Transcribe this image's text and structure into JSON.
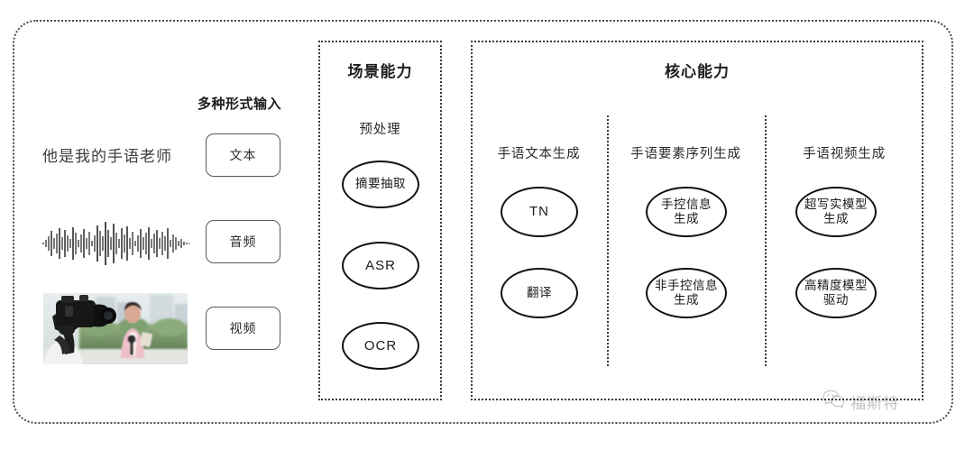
{
  "diagram": {
    "input_section": {
      "heading": "多种形式输入",
      "sample_text": "他是我的手语老师",
      "waveform_alt": "audio-waveform",
      "video_alt": "video-thumbnail",
      "modalities": [
        {
          "label": "文本"
        },
        {
          "label": "音频"
        },
        {
          "label": "视频"
        }
      ]
    },
    "scene_panel": {
      "title": "场景能力",
      "sub_label": "预处理",
      "nodes": [
        {
          "label": "摘要抽取",
          "latin": false
        },
        {
          "label": "ASR",
          "latin": true
        },
        {
          "label": "OCR",
          "latin": true
        }
      ]
    },
    "core_panel": {
      "title": "核心能力",
      "columns": [
        {
          "label": "手语文本生成",
          "nodes": [
            {
              "label": "TN",
              "latin": true
            },
            {
              "label": "翻译",
              "latin": false
            }
          ]
        },
        {
          "label": "手语要素序列生成",
          "nodes": [
            {
              "label": "手控信息\n生成",
              "latin": false
            },
            {
              "label": "非手控信息\n生成",
              "latin": false
            }
          ]
        },
        {
          "label": "手语视频生成",
          "nodes": [
            {
              "label": "超写实模型\n生成",
              "latin": false
            },
            {
              "label": "高精度模型\n驱动",
              "latin": false
            }
          ]
        }
      ]
    },
    "watermark": {
      "icon": "wechat-icon",
      "text": "福斯特"
    },
    "colors": {
      "border": "#3a3a3a",
      "node_stroke": "#111111",
      "text": "#1a1a1a",
      "background": "#ffffff"
    }
  }
}
